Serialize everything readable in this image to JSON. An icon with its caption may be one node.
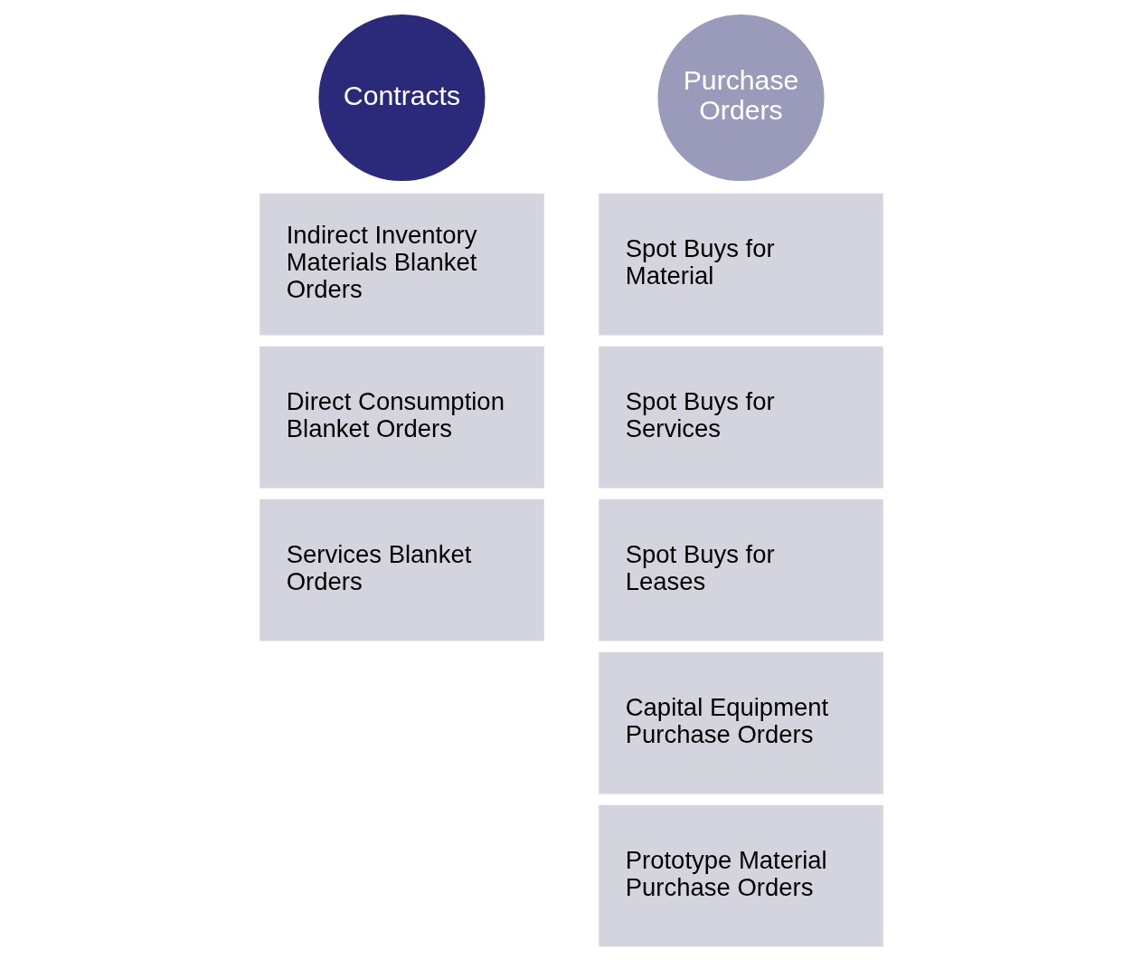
{
  "diagram": {
    "nodes": [
      {
        "text": [
          "Contracts"
        ]
      },
      {
        "text": [
          "Indirect Inventory Materials Blanket Orders"
        ]
      },
      {
        "text": [
          "Direct Consumption Blanket Orders"
        ]
      },
      {
        "text": [
          "Services Blanket Orders"
        ]
      },
      {
        "text": [
          "Purchase Orders"
        ]
      },
      {
        "text": [
          "Spot Buys for Material"
        ]
      },
      {
        "text": [
          "Spot Buys for Services"
        ]
      },
      {
        "text": [
          "Spot Buys for Leases"
        ]
      },
      {
        "text": [
          "Capital Equipment Purchase Orders"
        ]
      },
      {
        "text": [
          "Prototype Material Purchase Orders"
        ]
      }
    ]
  }
}
